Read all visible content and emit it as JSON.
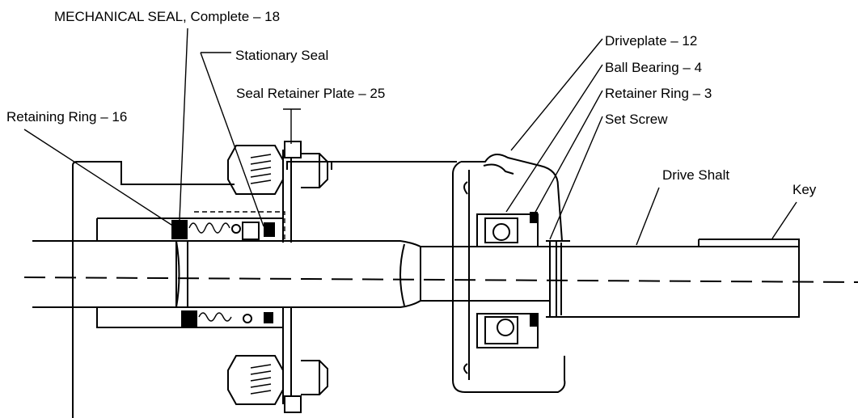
{
  "labels": {
    "mechanical_seal": "MECHANICAL SEAL, Complete – 18",
    "stationary_seal": "Stationary Seal",
    "seal_retainer_plate": "Seal Retainer Plate – 25",
    "retaining_ring": "Retaining Ring – 16",
    "driveplate": "Driveplate – 12",
    "ball_bearing": "Ball Bearing – 4",
    "retainer_ring": "Retainer Ring – 3",
    "set_screw": "Set Screw",
    "drive_shaft": "Drive Shalt",
    "key": "Key"
  }
}
